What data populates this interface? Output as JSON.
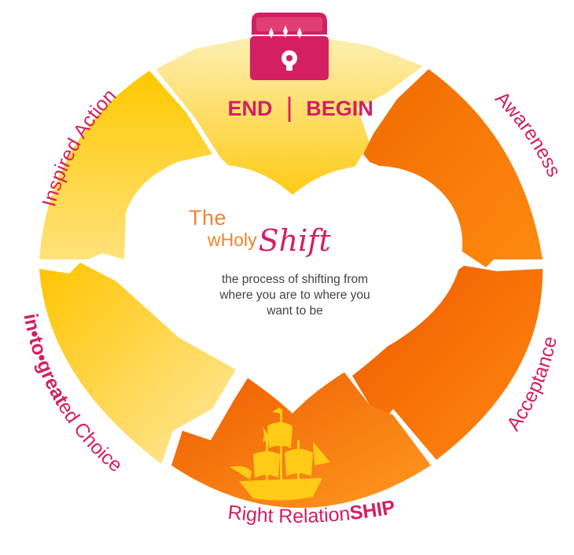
{
  "colors": {
    "magenta": "#D41F63",
    "orange_title": "#F08432",
    "dark_text": "#444444",
    "yellow_light": "#FCE68A",
    "yellow": "#FFC700",
    "orange": "#FF7A00",
    "orange_dark": "#F25F00",
    "white": "#FFFFFF"
  },
  "icons": {
    "top": "treasure-chest-lock-icon",
    "bottom": "sailing-ship-icon"
  },
  "center": {
    "the": "The",
    "wholy": "wHoly",
    "shift": "Shift",
    "tagline_1": "the process of shifting from",
    "tagline_2": "where you are to where you",
    "tagline_3": "want to be"
  },
  "stages": {
    "end": "END",
    "divider": "|",
    "begin": "BEGIN",
    "awareness": "Awareness",
    "acceptance": "Acceptance",
    "right_relation": "Right Relation",
    "ship": "SHIP",
    "inspired_action": "Inspired Action",
    "in": "in",
    "to": "to",
    "great": "great",
    "ed_choice": "ed Choice",
    "bullet": "•"
  }
}
